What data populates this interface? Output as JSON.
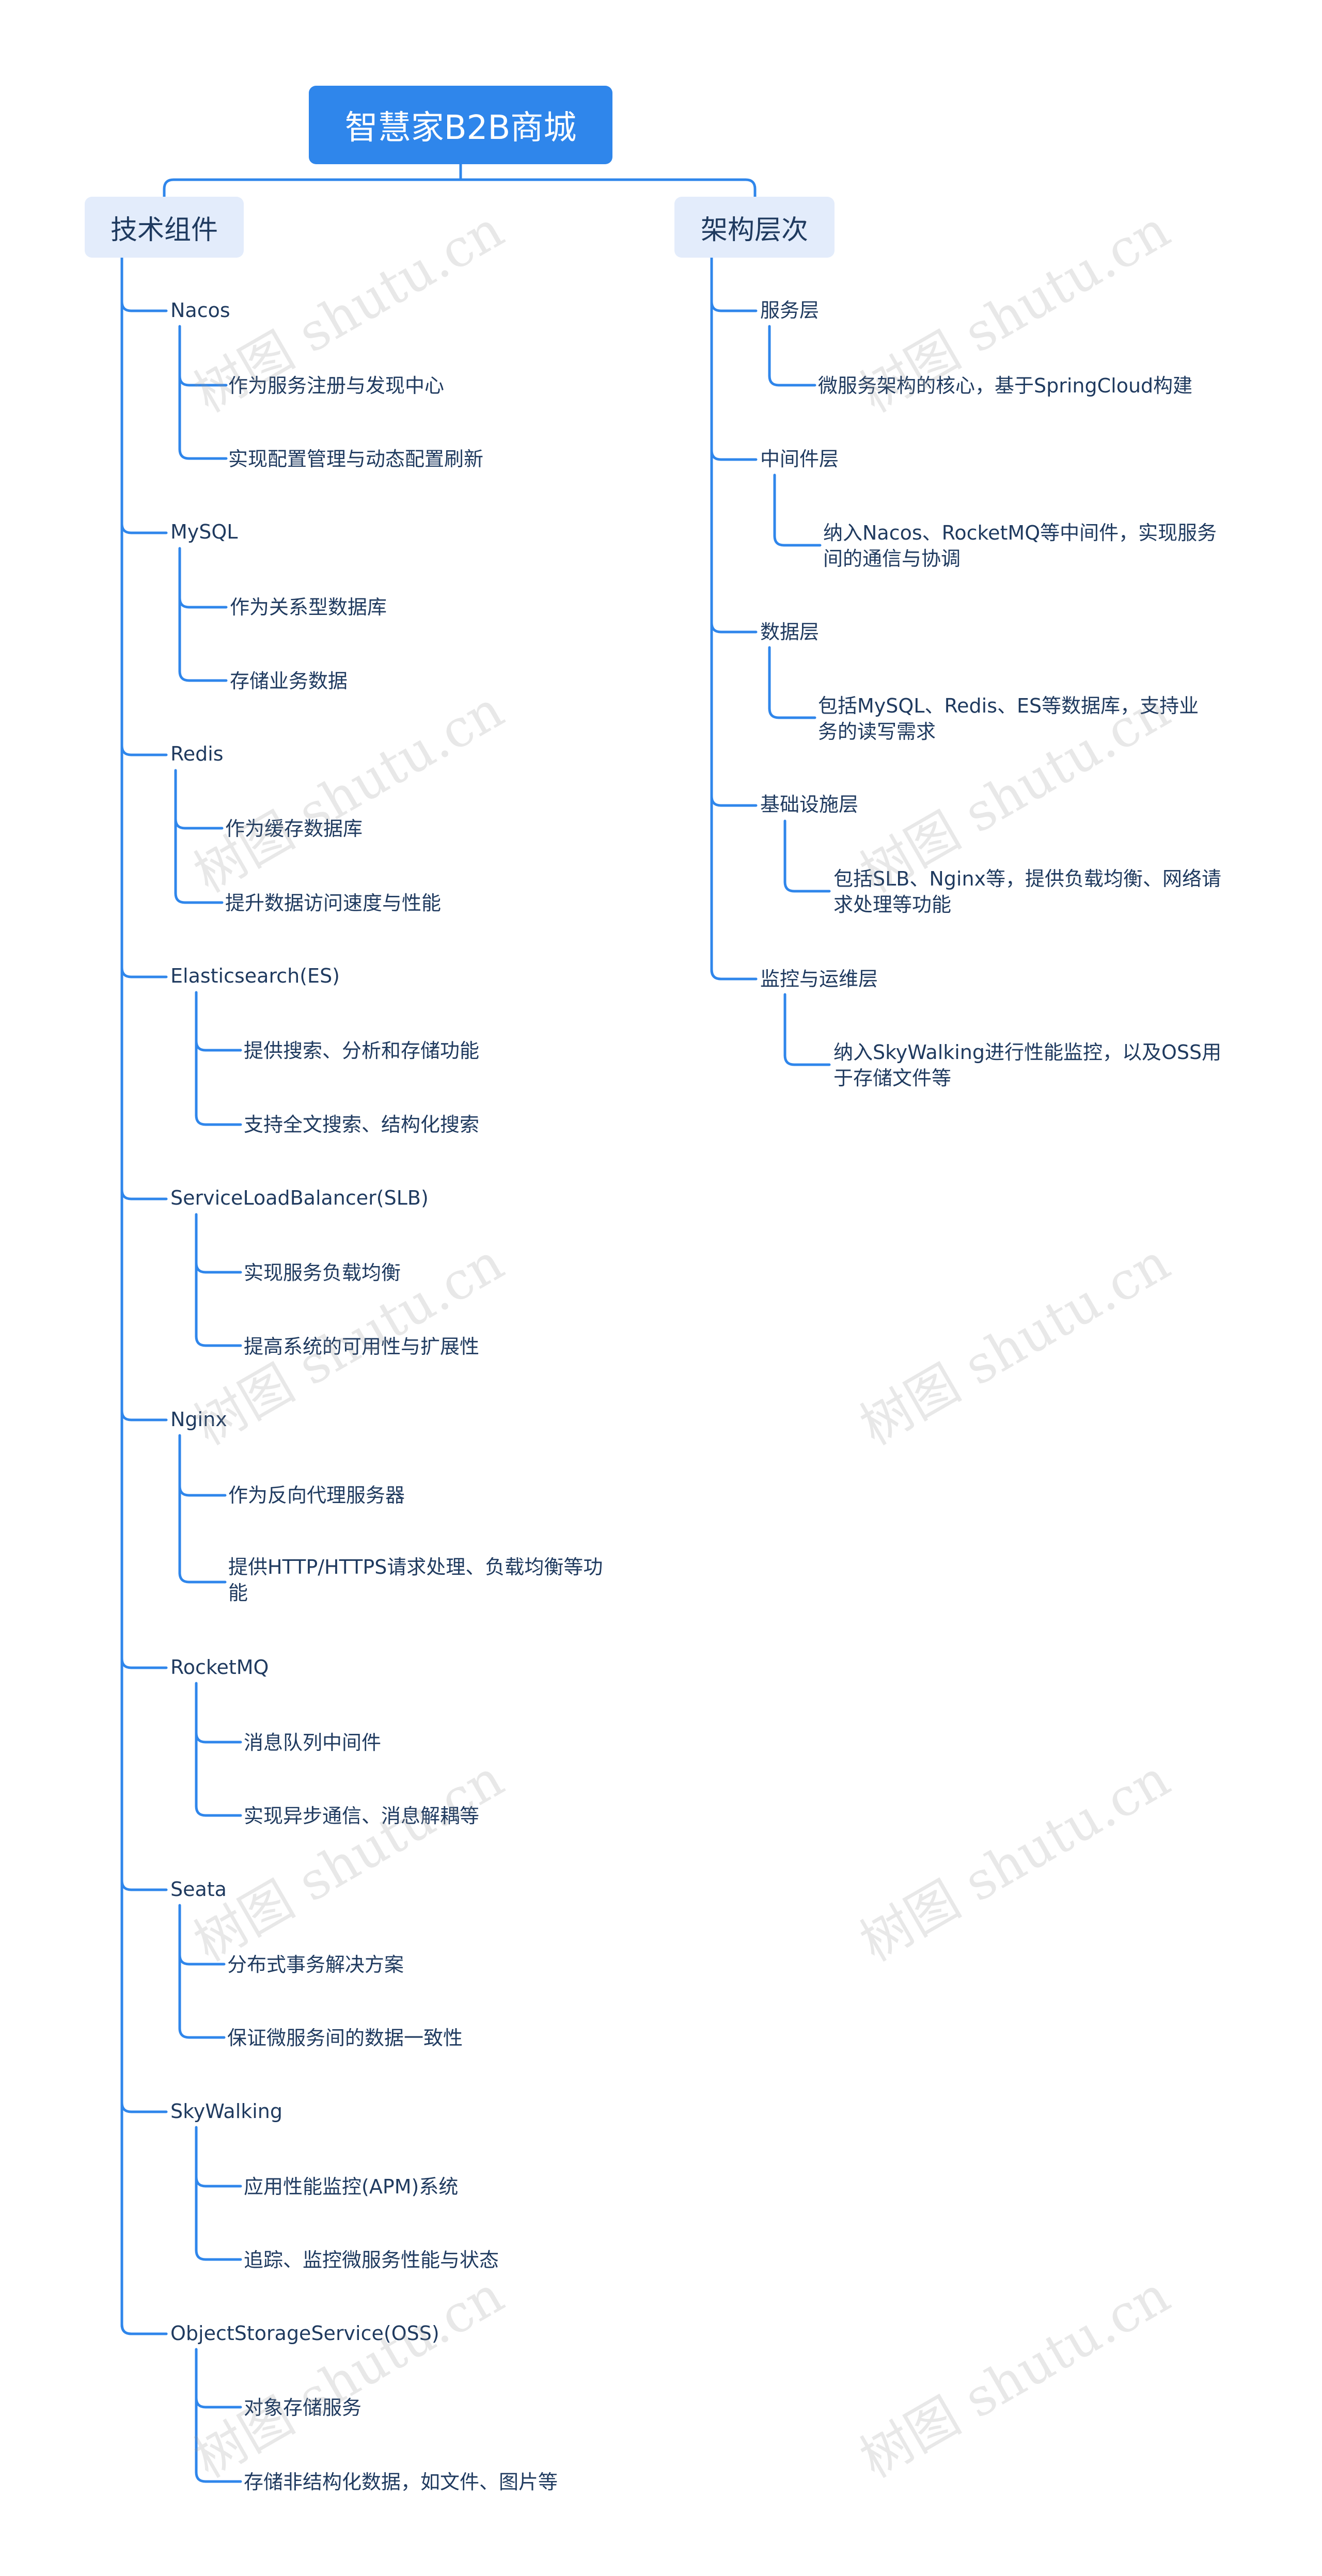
{
  "root": {
    "label": "智慧家B2B商城"
  },
  "tech": {
    "label": "技术组件",
    "items": [
      {
        "label": "Nacos",
        "children": [
          "作为服务注册与发现中心",
          "实现配置管理与动态配置刷新"
        ]
      },
      {
        "label": "MySQL",
        "children": [
          "作为关系型数据库",
          "存储业务数据"
        ]
      },
      {
        "label": "Redis",
        "children": [
          "作为缓存数据库",
          "提升数据访问速度与性能"
        ]
      },
      {
        "label": "Elasticsearch(ES)",
        "children": [
          "提供搜索、分析和存储功能",
          "支持全文搜索、结构化搜索"
        ]
      },
      {
        "label": "ServiceLoadBalancer(SLB)",
        "children": [
          "实现服务负载均衡",
          "提高系统的可用性与扩展性"
        ]
      },
      {
        "label": "Nginx",
        "children": [
          "作为反向代理服务器",
          "提供HTTP/HTTPS请求处理、负载均衡等功能"
        ]
      },
      {
        "label": "RocketMQ",
        "children": [
          "消息队列中间件",
          "实现异步通信、消息解耦等"
        ]
      },
      {
        "label": "Seata",
        "children": [
          "分布式事务解决方案",
          "保证微服务间的数据一致性"
        ]
      },
      {
        "label": "SkyWalking",
        "children": [
          "应用性能监控(APM)系统",
          "追踪、监控微服务性能与状态"
        ]
      },
      {
        "label": "ObjectStorageService(OSS)",
        "children": [
          "对象存储服务",
          "存储非结构化数据，如文件、图片等"
        ]
      }
    ]
  },
  "arch": {
    "label": "架构层次",
    "items": [
      {
        "label": "服务层",
        "children": [
          "微服务架构的核心，基于SpringCloud构建"
        ]
      },
      {
        "label": "中间件层",
        "children": [
          "纳入Nacos、RocketMQ等中间件，实现服务间的通信与协调"
        ]
      },
      {
        "label": "数据层",
        "children": [
          "包括MySQL、Redis、ES等数据库，支持业务的读写需求"
        ]
      },
      {
        "label": "基础设施层",
        "children": [
          "包括SLB、Nginx等，提供负载均衡、网络请求处理等功能"
        ]
      },
      {
        "label": "监控与运维层",
        "children": [
          "纳入SkyWalking进行性能监控，以及OSS用于存储文件等"
        ]
      }
    ]
  },
  "watermark": "树图 shutu.cn",
  "colors": {
    "accent": "#2f86eb",
    "branch_bg": "#e3ecfb",
    "text": "#1f3a5f"
  }
}
